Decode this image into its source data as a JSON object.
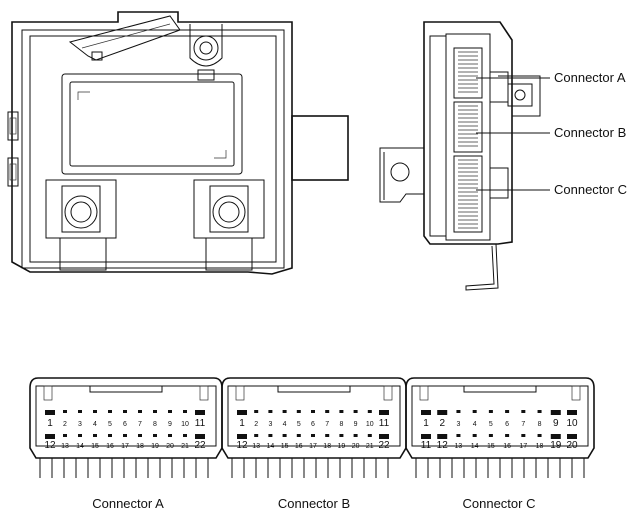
{
  "callouts": [
    "Connector A",
    "Connector B",
    "Connector C"
  ],
  "connectors": [
    {
      "caption": "Connector A",
      "top_row": [
        "1",
        "2",
        "3",
        "4",
        "5",
        "6",
        "7",
        "8",
        "9",
        "10",
        "11"
      ],
      "bottom_row": [
        "12",
        "13",
        "14",
        "15",
        "16",
        "17",
        "18",
        "19",
        "20",
        "21",
        "22"
      ]
    },
    {
      "caption": "Connector B",
      "top_row": [
        "1",
        "2",
        "3",
        "4",
        "5",
        "6",
        "7",
        "8",
        "9",
        "10",
        "11"
      ],
      "bottom_row": [
        "12",
        "13",
        "14",
        "15",
        "16",
        "17",
        "18",
        "19",
        "20",
        "21",
        "22"
      ]
    },
    {
      "caption": "Connector C",
      "top_row": [
        "1",
        "2",
        "3",
        "4",
        "5",
        "6",
        "7",
        "8",
        "9",
        "10"
      ],
      "bottom_row": [
        "11",
        "12",
        "13",
        "14",
        "15",
        "16",
        "17",
        "18",
        "19",
        "20"
      ]
    }
  ]
}
